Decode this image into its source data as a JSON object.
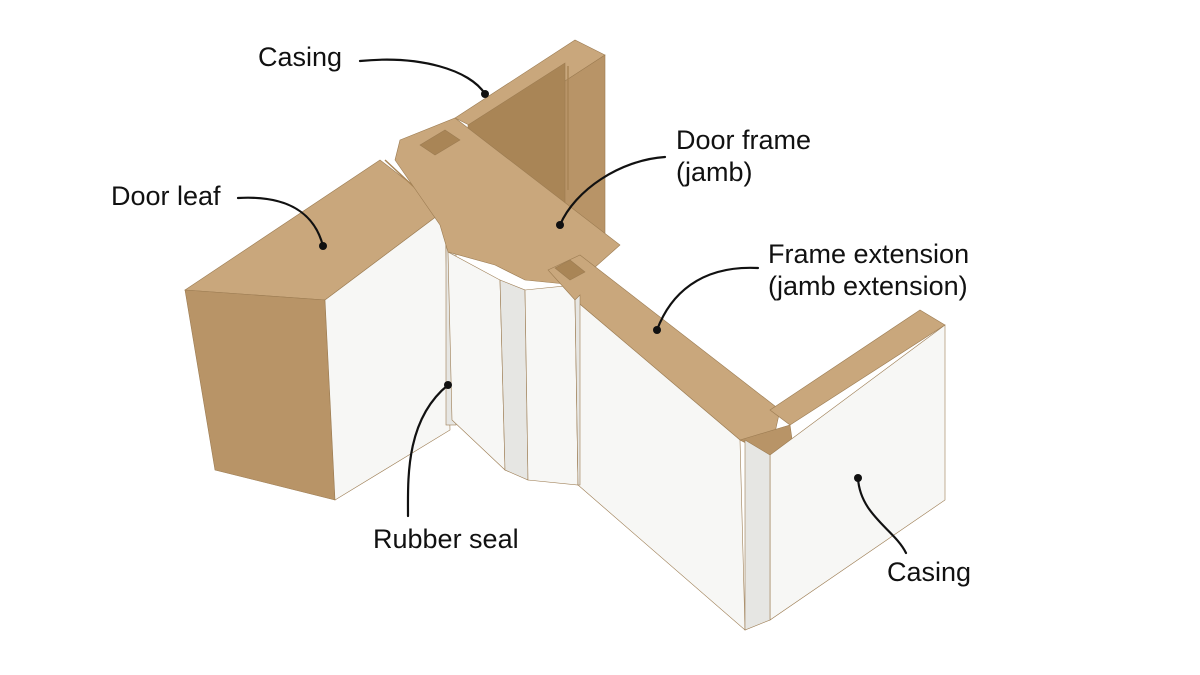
{
  "figure": {
    "colors": {
      "background": "#ffffff",
      "mdf_top": "#c9a77c",
      "mdf_edge": "#b89467",
      "mdf_dark": "#a98556",
      "white_face": "#f7f7f5",
      "white_shade": "#e6e6e3",
      "leader_line": "#111111",
      "label_text": "#111111"
    },
    "labels": {
      "casing_top": "Casing",
      "door_frame_line1": "Door frame",
      "door_frame_line2": "(jamb)",
      "door_leaf": "Door leaf",
      "frame_extension_line1": "Frame extension",
      "frame_extension_line2": "(jamb extension)",
      "rubber_seal": "Rubber seal",
      "casing_right": "Casing"
    }
  }
}
